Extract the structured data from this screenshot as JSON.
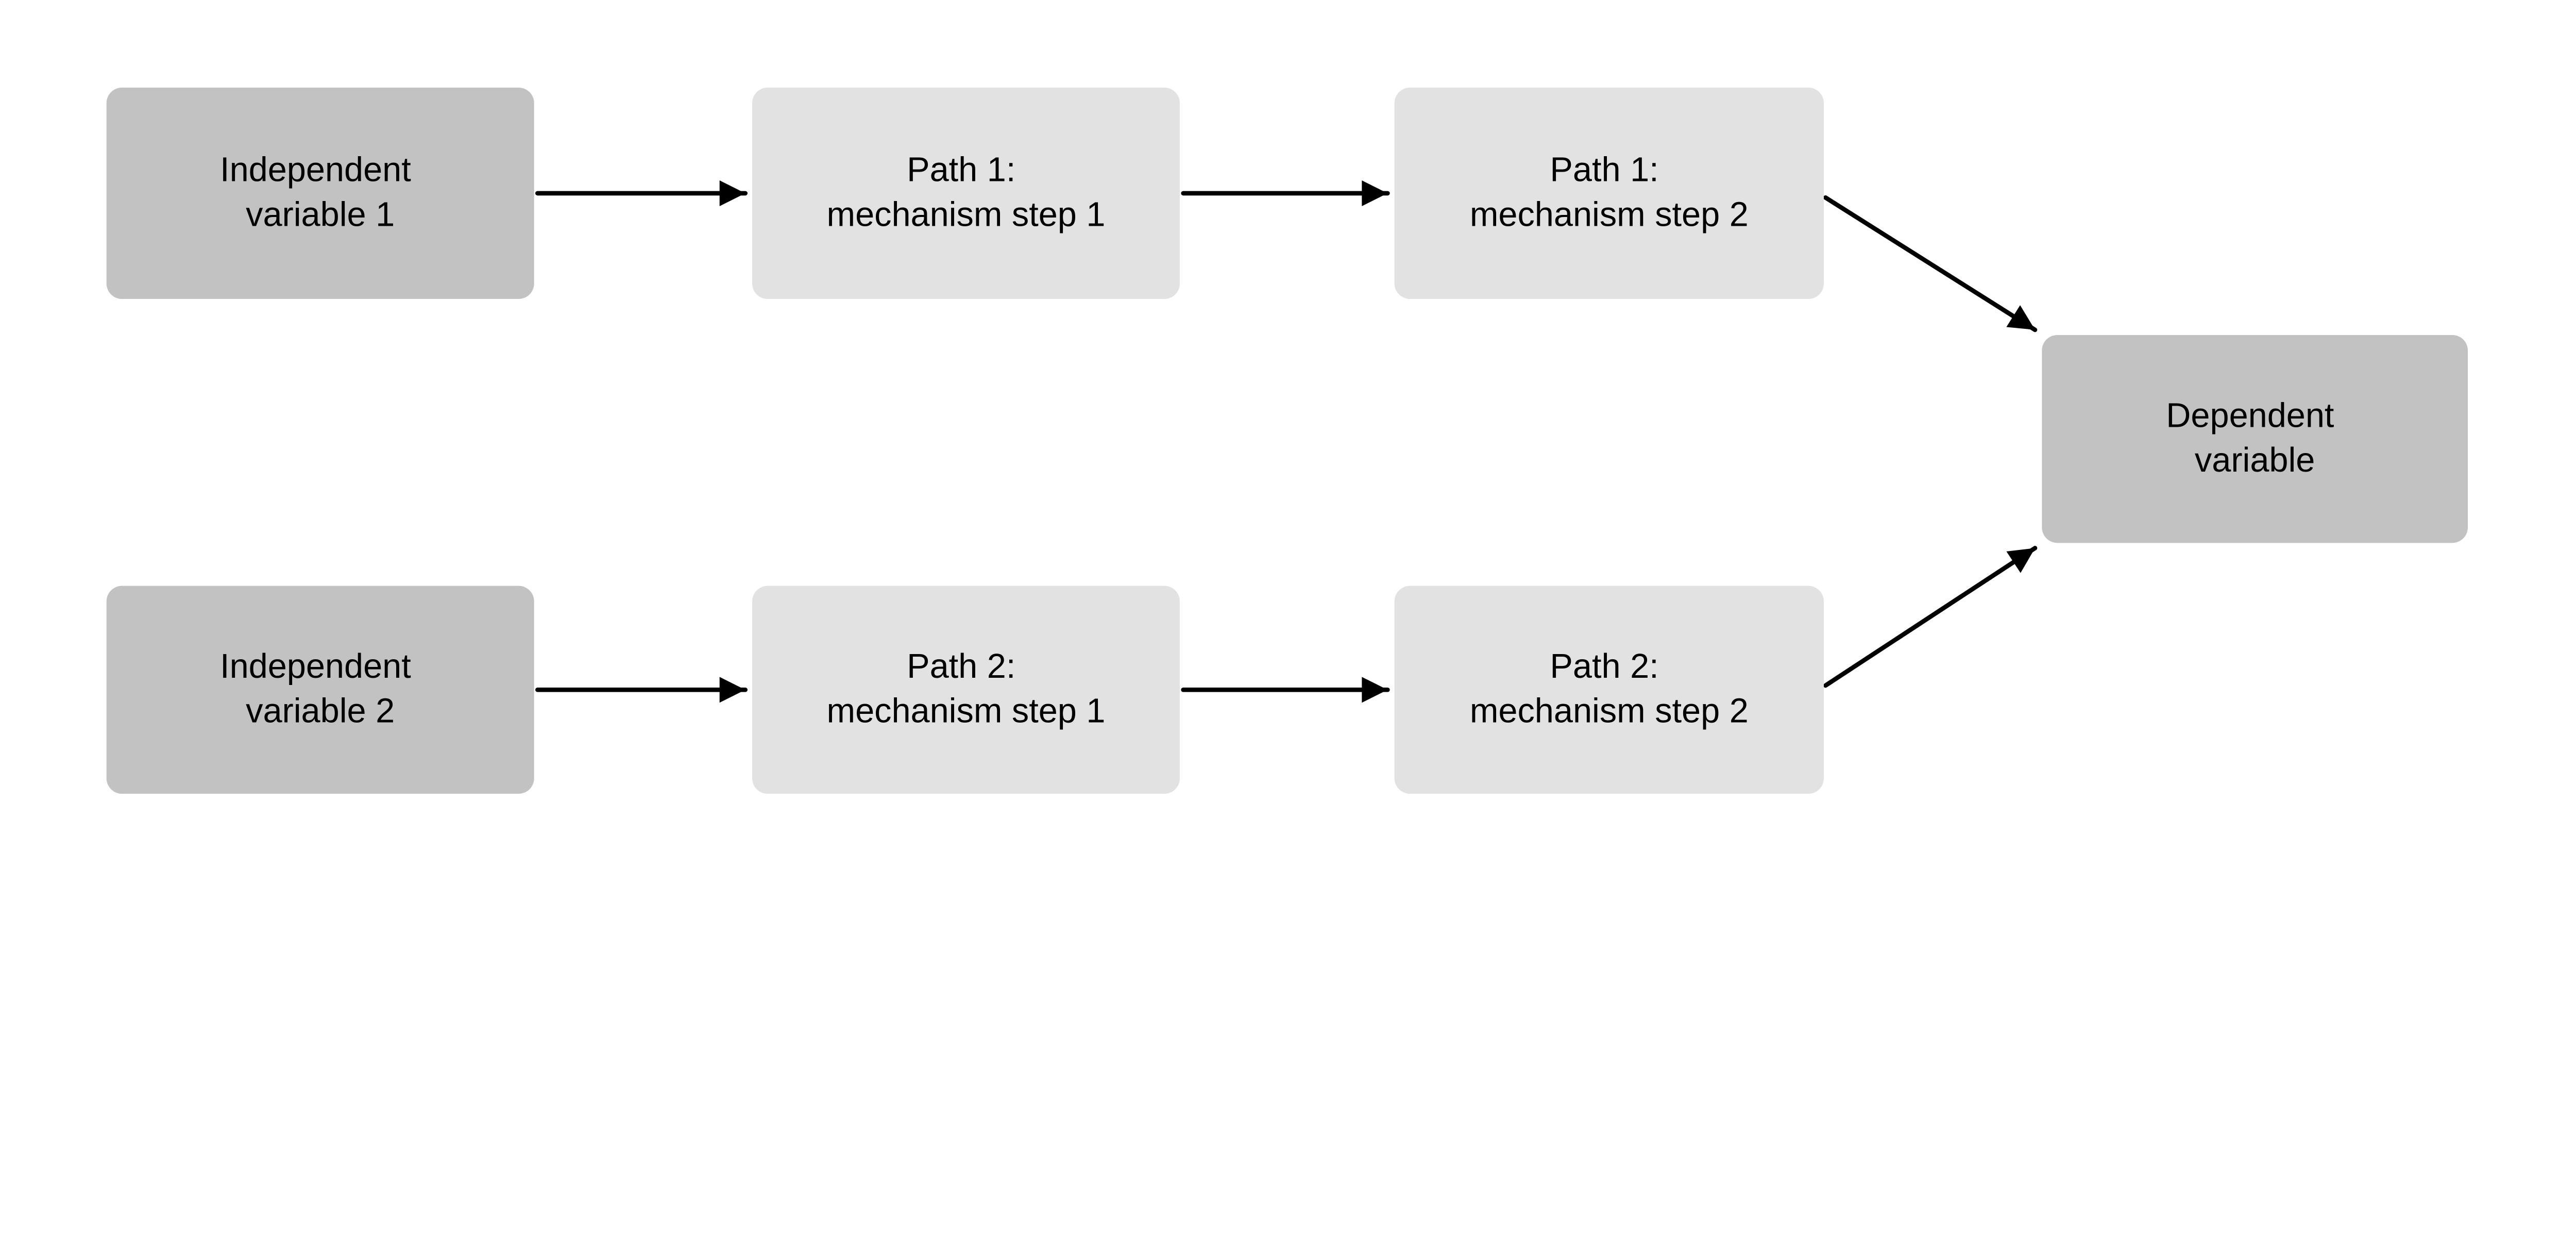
{
  "colors": {
    "background": "#ffffff",
    "variable_fill": "#c2c2c2",
    "mechanism_fill": "#e2e2e2",
    "arrow": "#000000",
    "text": "#000000"
  },
  "nodes": {
    "iv1": {
      "line1": "Independent",
      "line2": "variable 1",
      "role": "independent variable"
    },
    "p1s1": {
      "line1": "Path 1:",
      "line2": "mechanism step 1",
      "role": "mechanism"
    },
    "p1s2": {
      "line1": "Path 1:",
      "line2": "mechanism step 2",
      "role": "mechanism"
    },
    "iv2": {
      "line1": "Independent",
      "line2": "variable 2",
      "role": "independent variable"
    },
    "p2s1": {
      "line1": "Path 2:",
      "line2": "mechanism step 1",
      "role": "mechanism"
    },
    "p2s2": {
      "line1": "Path 2:",
      "line2": "mechanism step 2",
      "role": "mechanism"
    },
    "dv": {
      "line1": "Dependent",
      "line2": "variable",
      "role": "dependent variable"
    }
  },
  "edges": [
    {
      "from": "iv1",
      "to": "p1s1"
    },
    {
      "from": "p1s1",
      "to": "p1s2"
    },
    {
      "from": "p1s2",
      "to": "dv"
    },
    {
      "from": "iv2",
      "to": "p2s1"
    },
    {
      "from": "p2s1",
      "to": "p2s2"
    },
    {
      "from": "p2s2",
      "to": "dv"
    }
  ]
}
